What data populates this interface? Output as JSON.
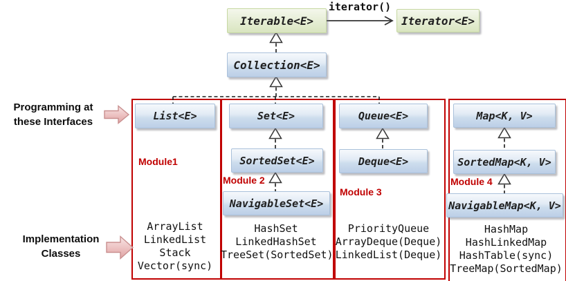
{
  "top": {
    "iterable_label": "Iterable<E>",
    "iterator_method_label": "iterator()",
    "iterator_label": "Iterator<E>",
    "collection_label": "Collection<E>"
  },
  "side_labels": {
    "interfaces_line1": "Programming at",
    "interfaces_line2": "these Interfaces",
    "implementation_line1": "Implementation",
    "implementation_line2": "Classes"
  },
  "columns": [
    {
      "module": "Module1",
      "interfaces": [
        "List<E>"
      ],
      "classes": [
        "ArrayList",
        "LinkedList",
        "Stack",
        "Vector(sync)"
      ]
    },
    {
      "module": "Module 2",
      "interfaces": [
        "Set<E>",
        "SortedSet<E>",
        "NavigableSet<E>"
      ],
      "classes": [
        "HashSet",
        "LinkedHashSet",
        "TreeSet(SortedSet)"
      ]
    },
    {
      "module": "Module 3",
      "interfaces": [
        "Queue<E>",
        "Deque<E>"
      ],
      "classes": [
        "PriorityQueue",
        "ArrayDeque(Deque)",
        "LinkedList(Deque)"
      ]
    },
    {
      "module": "Module 4",
      "interfaces": [
        "Map<K, V>",
        "SortedMap<K, V>",
        "NavigableMap<K, V>"
      ],
      "classes": [
        "HashMap",
        "HashLinkedMap",
        "HashTable(sync)",
        "TreeMap(SortedMap)"
      ]
    }
  ],
  "icons": {
    "interfaces_arrow": "pink-block-arrow-right",
    "implementation_arrow": "pink-block-arrow-right",
    "generalization": "hollow-triangle-dashed-line",
    "method_call": "thin-open-arrow-right"
  },
  "colors": {
    "green_box_fill": "#d9e5c0",
    "green_box_border": "#c6d8a2",
    "blue_box_fill": "#bccfe7",
    "blue_box_border": "#a9c0da",
    "column_border_red": "#c00000",
    "module_text_red": "#c00000",
    "pink_arrow_fill": "#eab9b9",
    "pink_arrow_border": "#c98f8f",
    "connector_black": "#1a1a1a"
  }
}
